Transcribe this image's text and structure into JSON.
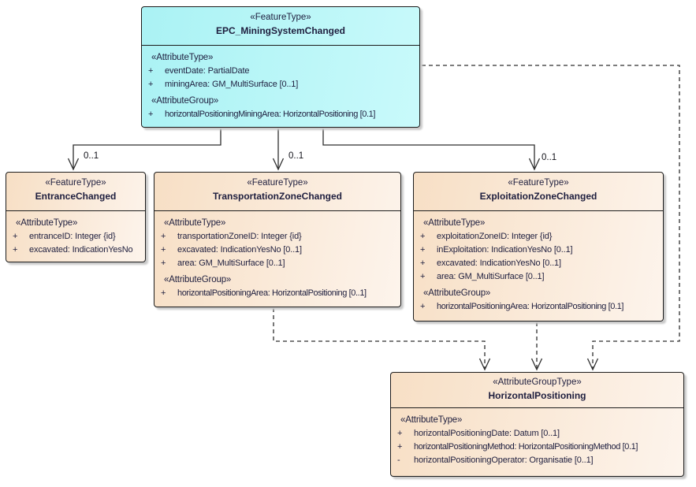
{
  "colors": {
    "cyan_a": "#aaf2f4",
    "cyan_b": "#c9fafb",
    "peach_a": "#f7dfc5",
    "peach_b": "#fdf4ec",
    "border": "#1c1c1c",
    "text": "#1e1e3e",
    "shadow": "#c9c9c9",
    "connector": "#2e2e2e"
  },
  "classes": {
    "epc": {
      "stereotype": "«FeatureType»",
      "name": "EPC_MiningSystemChanged",
      "rows": [
        {
          "kind": "stereotype",
          "text": "«AttributeType»"
        },
        {
          "vis": "+",
          "text": "eventDate: PartialDate"
        },
        {
          "vis": "+",
          "text": "miningArea: GM_MultiSurface [0..1]"
        },
        {
          "kind": "stereotype",
          "text": "«AttributeGroup»"
        },
        {
          "vis": "+",
          "text": "horizontalPositioningMiningArea: HorizontalPositioning [0.1]"
        }
      ]
    },
    "entrance": {
      "stereotype": "«FeatureType»",
      "name": "EntranceChanged",
      "rows": [
        {
          "kind": "stereotype",
          "text": "«AttributeType»"
        },
        {
          "vis": "+",
          "text": "entranceID: Integer {id}"
        },
        {
          "vis": "+",
          "text": "excavated: IndicationYesNo"
        }
      ]
    },
    "transportation": {
      "stereotype": "«FeatureType»",
      "name": "TransportationZoneChanged",
      "rows": [
        {
          "kind": "stereotype",
          "text": "«AttributeType»"
        },
        {
          "vis": "+",
          "text": "transportationZoneID: Integer {id}"
        },
        {
          "vis": "+",
          "text": "excavated: IndicationYesNo [0..1]"
        },
        {
          "vis": "+",
          "text": "area: GM_MultiSurface [0..1]"
        },
        {
          "kind": "stereotype",
          "text": "«AttributeGroup»"
        },
        {
          "vis": "+",
          "text": "horizontalPositioningArea: HorizontalPositioning [0..1]"
        }
      ]
    },
    "exploitation": {
      "stereotype": "«FeatureType»",
      "name": "ExploitationZoneChanged",
      "rows": [
        {
          "kind": "stereotype",
          "text": "«AttributeType»"
        },
        {
          "vis": "+",
          "text": "exploitationZoneID: Integer {id}"
        },
        {
          "vis": "+",
          "text": "inExploitation: IndicationYesNo [0..1]"
        },
        {
          "vis": "+",
          "text": "excavated: IndicationYesNo [0..1]"
        },
        {
          "vis": "+",
          "text": "area: GM_MultiSurface [0..1]"
        },
        {
          "kind": "stereotype",
          "text": "«AttributeGroup»"
        },
        {
          "vis": "+",
          "text": "horizontalPositioningArea: HorizontalPositioning [0.1]"
        }
      ]
    },
    "horizontal": {
      "stereotype": "«AttributeGroupType»",
      "name": "HorizontalPositioning",
      "rows": [
        {
          "kind": "stereotype",
          "text": "«AttributeType»"
        },
        {
          "vis": "+",
          "text": "horizontalPositioningDate: Datum [0..1]"
        },
        {
          "vis": "+",
          "text": "horizontalPositioningMethod: HorizontalPositioningMethod [0.1]"
        },
        {
          "vis": "-",
          "text": "horizontalPositioningOperator: Organisatie [0..1]"
        }
      ]
    }
  },
  "connectors": {
    "epc_entrance": {
      "label": "0..1",
      "style": "solid-open-arrow"
    },
    "epc_transportation": {
      "label": "0..1",
      "style": "solid-open-arrow"
    },
    "epc_exploitation": {
      "label": "0..1",
      "style": "solid-open-arrow"
    },
    "transportation_horizontal": {
      "style": "dashed-open-arrow"
    },
    "exploitation_horizontal": {
      "style": "dashed-open-arrow"
    },
    "epc_horizontal": {
      "style": "dashed-open-arrow"
    }
  }
}
